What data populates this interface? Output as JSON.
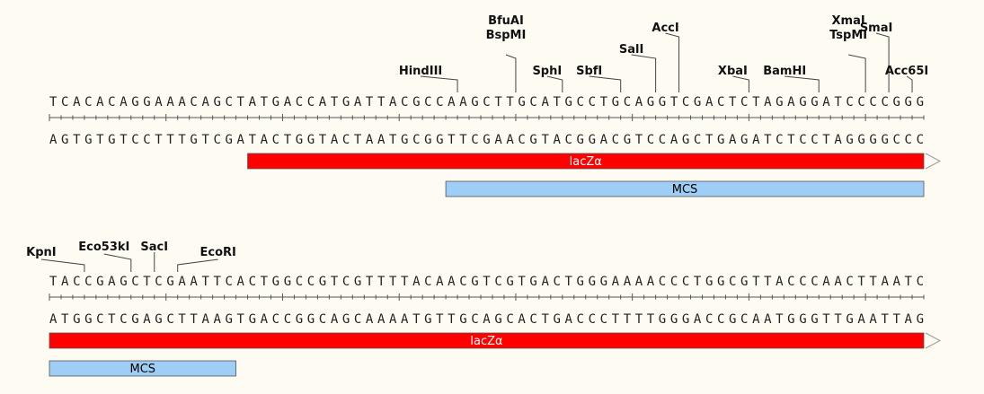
{
  "colors": {
    "background": "#fefbf2",
    "lacz_fill": "#ff0000",
    "lacz_text": "#ffffff",
    "mcs_fill": "#9ecdf5",
    "mcs_text": "#000000",
    "ruler": "#555555",
    "leader": "#444444"
  },
  "rows": [
    {
      "top_strand": "TCACACAGGAAACAGCTATGACCATGATTACGCCAAGCTTGCATGCCTGCAGGTCGACTCTAGAGGATCCCCGGG",
      "bottom_strand": "AGTGTGTCCTTTGTCGATACTGGTACTAATGCGGTTCGAACGTACGGACGTCCAGCTGAGATCTCCTAGGGGCCC",
      "sites": [
        {
          "names": [
            "HindIII"
          ],
          "base": 35
        },
        {
          "names": [
            "BfuAI",
            "BspMI"
          ],
          "base": 40
        },
        {
          "names": [
            "SphI"
          ],
          "base": 44
        },
        {
          "names": [
            "SbfI"
          ],
          "base": 49
        },
        {
          "names": [
            "SalI"
          ],
          "base": 52
        },
        {
          "names": [
            "AccI"
          ],
          "base": 54
        },
        {
          "names": [
            "XbaI"
          ],
          "base": 60
        },
        {
          "names": [
            "BamHI"
          ],
          "base": 66
        },
        {
          "names": [
            "XmaI",
            "TspMI"
          ],
          "base": 70
        },
        {
          "names": [
            "SmaI"
          ],
          "base": 72
        },
        {
          "names": [
            "Acc65I"
          ],
          "base": 74
        }
      ],
      "features": [
        {
          "name": "lacZα",
          "type": "lacz",
          "start": 17,
          "end": 75,
          "arrow": true
        },
        {
          "name": "MCS",
          "type": "mcs",
          "start": 34,
          "end": 75,
          "arrow": false
        }
      ]
    },
    {
      "top_strand": "TACCGAGCTCGAATTCACTGGCCGTCGTTTTACAACGTCGTGACTGGGAAAACCCTGGCGTTACCCAACTTAATC",
      "bottom_strand": "ATGGCTCGAGCTTAAGTGACCGGCAGCAAAATGTTGCAGCACTGACCCTTTTGGGACCGCAATGGGTTGAATTAG",
      "sites": [
        {
          "names": [
            "KpnI"
          ],
          "base": 3
        },
        {
          "names": [
            "Eco53kI"
          ],
          "base": 7
        },
        {
          "names": [
            "SacI"
          ],
          "base": 9
        },
        {
          "names": [
            "EcoRI"
          ],
          "base": 11
        }
      ],
      "features": [
        {
          "name": "lacZα",
          "type": "lacz",
          "start": 0,
          "end": 75,
          "arrow": true
        },
        {
          "name": "MCS",
          "type": "mcs",
          "start": 0,
          "end": 16,
          "arrow": false
        }
      ]
    }
  ]
}
